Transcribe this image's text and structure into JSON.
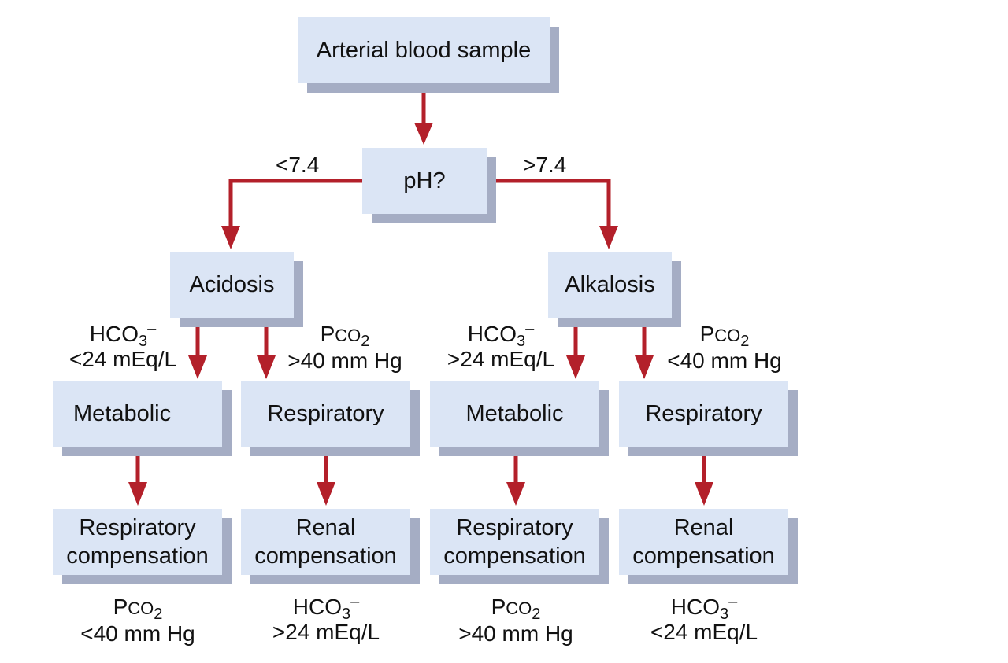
{
  "nodes": {
    "sample": "Arterial blood sample",
    "ph": "pH?",
    "acidosis": "Acidosis",
    "alkalosis": "Alkalosis",
    "metabolic_acid": "Metabolic",
    "respiratory_acid": "Respiratory",
    "metabolic_alk": "Metabolic",
    "respiratory_alk": "Respiratory",
    "comp1_line1": "Respiratory",
    "comp1_line2": "compensation",
    "comp2_line1": "Renal",
    "comp2_line2": "compensation",
    "comp3_line1": "Respiratory",
    "comp3_line2": "compensation",
    "comp4_line1": "Renal",
    "comp4_line2": "compensation"
  },
  "branch_labels": {
    "low_ph": "<7.4",
    "high_ph": ">7.4"
  },
  "criteria": {
    "acid_metabolic": {
      "name": "HCO",
      "sub": "3",
      "sup": "–",
      "value": "<24 mEq/L"
    },
    "acid_respiratory": {
      "name": "P",
      "smallcaps": "CO",
      "sub": "2",
      "value": ">40 mm Hg"
    },
    "alk_metabolic": {
      "name": "HCO",
      "sub": "3",
      "sup": "–",
      "value": ">24 mEq/L"
    },
    "alk_respiratory": {
      "name": "P",
      "smallcaps": "CO",
      "sub": "2",
      "value": "<40 mm Hg"
    }
  },
  "compensation_values": {
    "c1": {
      "name": "P",
      "smallcaps": "CO",
      "sub": "2",
      "value": "<40 mm Hg"
    },
    "c2": {
      "name": "HCO",
      "sub": "3",
      "sup": "–",
      "value": ">24 mEq/L"
    },
    "c3": {
      "name": "P",
      "smallcaps": "CO",
      "sub": "2",
      "value": ">40 mm Hg"
    },
    "c4": {
      "name": "HCO",
      "sub": "3",
      "sup": "–",
      "value": "<24 mEq/L"
    }
  },
  "colors": {
    "box_fill": "#dbe5f5",
    "box_shadow": "#a5adc4",
    "arrow": "#b3202a"
  }
}
